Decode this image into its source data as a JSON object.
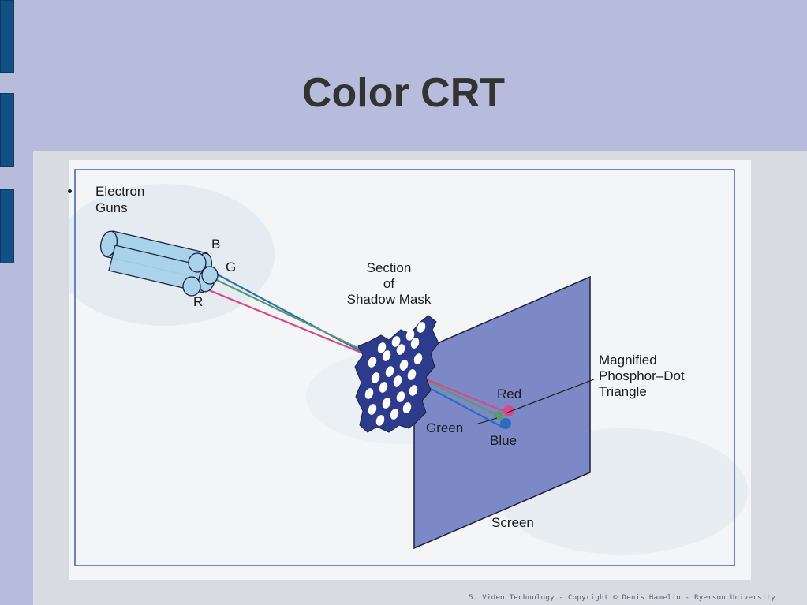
{
  "slide": {
    "title": "Color CRT",
    "footer": "5. Video Technology - Copyright © Denis Hamelin - Ryerson University"
  },
  "diagram": {
    "labels": {
      "electron_guns": "Electron\nGuns",
      "gun_b": "B",
      "gun_g": "G",
      "gun_r": "R",
      "shadow_mask": "Section\nof\nShadow Mask",
      "phosphor": "Magnified\nPhosphor–Dot\nTriangle",
      "red": "Red",
      "green": "Green",
      "blue": "Blue",
      "screen": "Screen"
    },
    "colors": {
      "beam_red": "#d64a8c",
      "beam_green": "#5c9a6e",
      "beam_blue": "#2b6cbf",
      "mask": "#2d3b8c",
      "screen": "#7d88c6",
      "frame": "#3f5fa8",
      "gun": "#a9d3ea"
    }
  }
}
